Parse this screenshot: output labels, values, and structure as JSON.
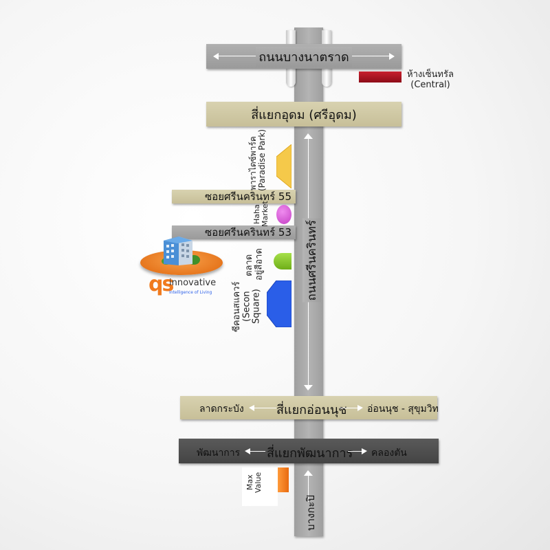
{
  "roads": {
    "bang_na_trat": "ถนนบางนาตราด",
    "central_mall": "ห้างเซ็นทรัล",
    "central_mall_en": "(Central)",
    "udom_junction": "สี่แยกอุดม (ศรีอุดม)",
    "soi_55": "ซอยศรีนครินทร์ 55",
    "soi_53": "ซอยศรีนครินทร์ 53",
    "srinagarindra": "ถนนศรีนครินทร์",
    "on_nut_junction": "สี่แยกอ่อนนุช",
    "lat_krabang": "ลาดกระบัง",
    "on_nut_sukhumvit": "อ่อนนุช - สุขุมวิท",
    "phatthanakan_junction": "สี่แยกพัฒนาการ",
    "phatthanakan": "พัฒนาการ",
    "khlong_tan": "คลองตัน",
    "bang_kapi": "บางกะปิ"
  },
  "places": {
    "paradise_park_th": "พาราไดซ์พาร์ค",
    "paradise_park_en": "(Paradise Park)",
    "haha_market_1": "Haha",
    "haha_market_2": "Market",
    "talad_1": "ตลาด",
    "talad_2": "อยู่สีอาด",
    "second_square_th": "ซีคอนสแควร์",
    "second_square_en1": "(Secon",
    "second_square_en2": "Square)",
    "max_value_1": "Max",
    "max_value_2": "Value"
  },
  "logo": {
    "mark": "qs",
    "name": "innovative",
    "tagline": "Intelligence of Living"
  },
  "colors": {
    "central": "#b01020",
    "paradise": "#f5c94a",
    "haha": "#d45ad4",
    "talad": "#8fce2a",
    "second": "#2a5ee8",
    "maxvalue": "#f07a1e",
    "logo_orange": "#f07a1e"
  }
}
